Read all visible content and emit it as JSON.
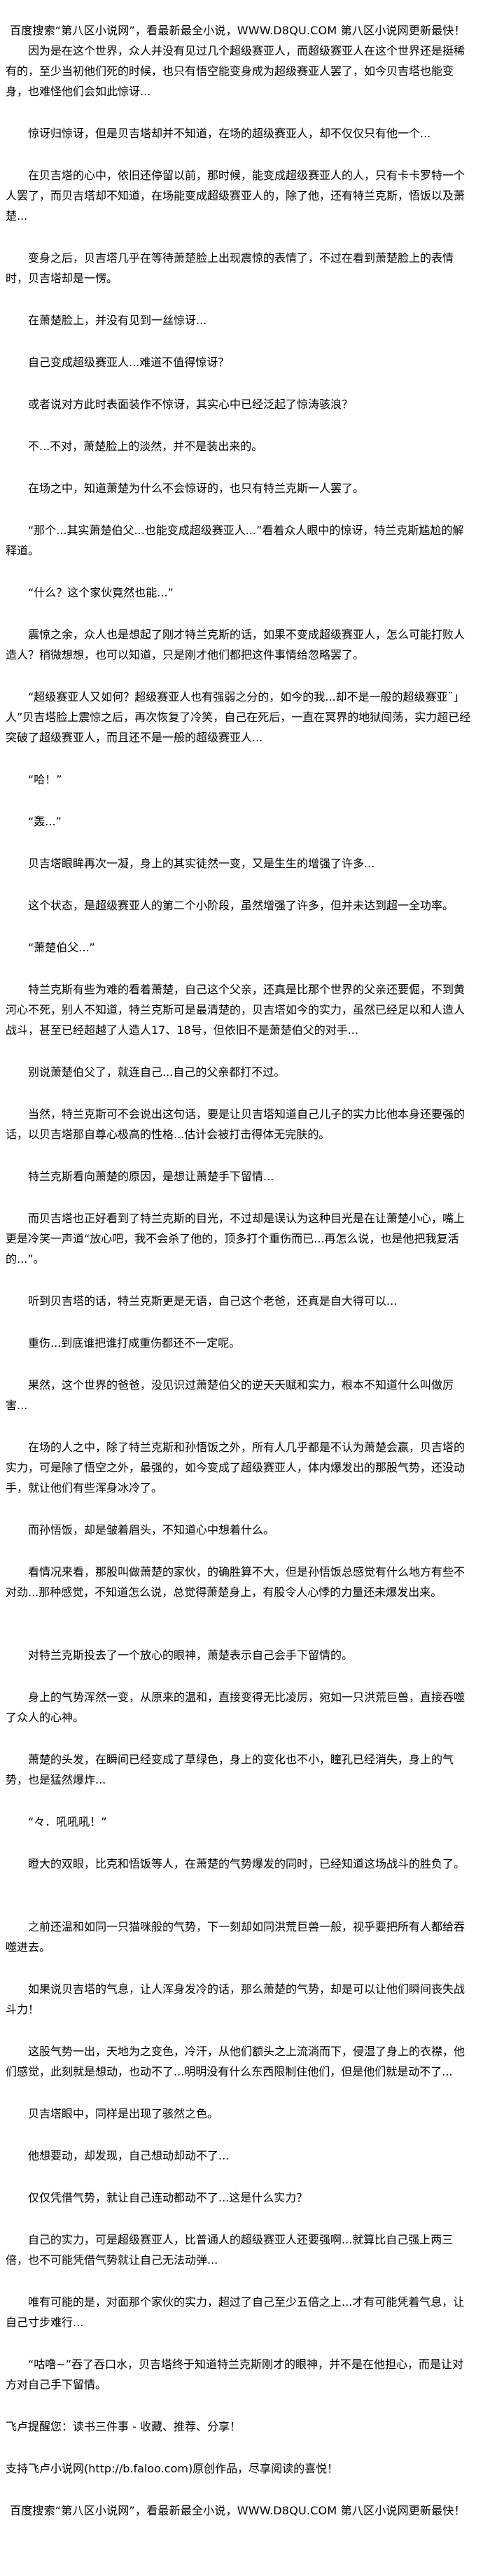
{
  "ad_banner": "百度搜索“第八区小说网”，看最新最全小说，WWW.D8QU.COM   第八区小说网更新最快！",
  "paragraphs": [
    "因为是在这个世界，众人并没有见过几个超级赛亚人，而超级赛亚人在这个世界还是挺稀有的，至少当初他们死的时候，也只有悟空能变身成为超级赛亚人罢了，如今贝吉塔也能变身，也难怪他们会如此惊讶...",
    "惊讶归惊讶，但是贝吉塔却并不知道，在场的超级赛亚人，却不仅仅只有他一个...",
    "在贝吉塔的心中，依旧还停留以前，那时候，能变成超级赛亚人的人，只有卡卡罗特一个人罢了，而贝吉塔却不知道，在场能变成超级赛亚人的，除了他，还有特兰克斯，悟饭以及萧楚...",
    "变身之后，贝吉塔几乎在等待萧楚脸上出现震惊的表情了，不过在看到萧楚脸上的表情时，贝吉塔却是一愣。",
    "在萧楚脸上，并没有见到一丝惊讶...",
    "自己变成超级赛亚人...难道不值得惊讶？",
    "或者说对方此时表面装作不惊讶，其实心中已经泛起了惊涛骇浪？",
    "不...不对，萧楚脸上的淡然，并不是装出来的。",
    "在场之中，知道萧楚为什么不会惊讶的，也只有特兰克斯一人罢了。",
    "“那个...其实萧楚伯父...也能变成超级赛亚人...”看着众人眼中的惊讶，特兰克斯尴尬的解释道。",
    "“什么？这个家伙竟然也能...”",
    "震惊之余，众人也是想起了刚才特兰克斯的话，如果不变成超级赛亚人，怎么可能打败人造人？稍微想想，也可以知道，只是刚才他们都把这件事情给忽略罢了。",
    "“超级赛亚人又如何？超级赛亚人也有强弱之分的，如今的我...却不是一般的超级赛亚¨」人”贝吉塔脸上震惊之后，再次恢复了冷笑，自己在死后，一直在冥界的地狱闯荡，实力超已经突破了超级赛亚人，而且还不是一般的超级赛亚人...",
    "“哈！”",
    "“轰...”",
    "贝吉塔眼眸再次一凝，身上的其实徒然一变，又是生生的增强了许多...",
    "这个状态，是超级赛亚人的第二个小阶段，虽然增强了许多，但并未达到超一全功率。",
    "“萧楚伯父...”",
    "特兰克斯有些为难的看着萧楚，自己这个父亲，还真是比那个世界的父亲还要倔，不到黄河心不死，别人不知道，特兰克斯可是最清楚的，贝吉塔如今的实力，虽然已经足以和人造人战斗，甚至已经超越了人造人17、18号，但依旧不是萧楚伯父的对手...",
    "别说萧楚伯父了，就连自己...自己的父亲都打不过。",
    "当然，特兰克斯可不会说出这句话，要是让贝吉塔知道自己儿子的实力比他本身还要强的话，以贝吉塔那自尊心极高的性格...估计会被打击得体无完肤的。",
    "特兰克斯看向萧楚的原因，是想让萧楚手下留情...",
    "而贝吉塔也正好看到了特兰克斯的目光，不过却是误认为这种目光是在让萧楚小心，嘴上更是冷笑一声道“放心吧，我不会杀了他的，顶多打个重伤而已...再怎么说，也是他把我复活的...”。",
    "听到贝吉塔的话，特兰克斯更是无语，自己这个老爸，还真是自大得可以...",
    "重伤...到底谁把谁打成重伤都还不一定呢。",
    "果然，这个世界的爸爸，没见识过萧楚伯父的逆天天赋和实力，根本不知道什么叫做厉害...",
    "在场的人之中，除了特兰克斯和孙悟饭之外，所有人几乎都是不认为萧楚会赢，贝吉塔的实力，可是除了悟空之外，最强的，如今变成了超级赛亚人，体内爆发出的那股气势，还没动手，就让他们有些浑身冰冷了。",
    "而孙悟饭，却是皱着眉头，不知道心中想着什么。",
    "看情况来看，那股叫做萧楚的家伙，的确胜算不大，但是孙悟饭总感觉有什么地方有些不对劲...那种感觉，不知道怎么说，总觉得萧楚身上，有股令人心悸的力量还未爆发出来。",
    "对特兰克斯投去了一个放心的眼神，萧楚表示自己会手下留情的。",
    "身上的气势浑然一变，从原来的温和，直接变得无比凌厉，宛如一只洪荒巨兽，直接吞噬了众人的心神。",
    "萧楚的头发，在瞬间已经变成了草绿色，身上的变化也不小，瞳孔已经消失，身上的气势，也是猛然爆炸...",
    "“々．吼吼吼！”",
    "瞪大的双眼，比克和悟饭等人，在萧楚的气势爆发的同时，已经知道这场战斗的胜负了。",
    "之前还温和如同一只猫咪般的气势，下一刻却如同洪荒巨兽一般，视乎要把所有人都给吞噬进去。",
    "如果说贝吉塔的气息，让人浑身发冷的话，那么萧楚的气势，却是可以让他们瞬间丧失战斗力！",
    "这股气势一出，天地为之变色，冷汗，从他们额头之上流淌而下，侵湿了身上的衣襟，他们感觉，此刻就是想动，也动不了...明明没有什么东西限制住他们，但是他们就是动不了...",
    "贝吉塔眼中，同样是出现了骇然之色。",
    "他想要动，却发现，自己想动却动不了...",
    "仅仅凭借气势，就让自己连动都动不了...这是什么实力？",
    "自己的实力，可是超级赛亚人，比普通人的超级赛亚人还要强啊...就算比自己强上两三倍，也不可能凭借气势就让自己无法动弹...",
    "唯有可能的是，对面那个家伙的实力，超过了自己至少五倍之上...才有可能凭着气息，让自己寸步难行...",
    "“咕噜~”吞了吞口水，贝吉塔终于知道特兰克斯刚才的眼神，并不是在他担心，而是让对方对自己手下留情。"
  ],
  "footer": {
    "reminder": "飞卢提醒您：读书三件事 - 收藏、推荐、分享！",
    "support": "支持飞卢小说网(http://b.faloo.com)原创作品，尽享阅读的喜悦！"
  }
}
